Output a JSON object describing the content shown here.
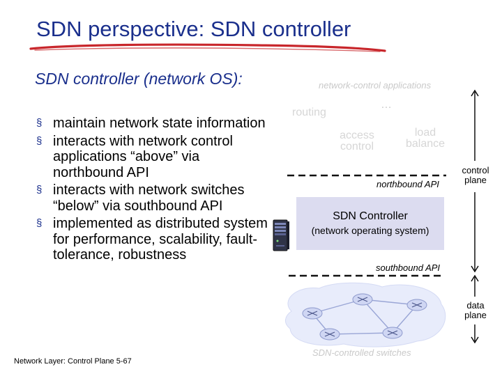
{
  "slide": {
    "title": "SDN perspective: SDN controller",
    "subtitle": "SDN controller (network OS):",
    "bullets": [
      "maintain network state information",
      "interacts with network control applications “above” via northbound API",
      "interacts with network switches “below” via southbound API",
      "implemented as distributed system for performance, scalability, fault-tolerance, robustness"
    ],
    "bullet_marker": "§",
    "footer": "Network Layer: Control Plane 5-67"
  },
  "diagram": {
    "apps_label": "network-control applications",
    "ellipsis": "…",
    "apps": {
      "routing": "routing",
      "access_control": [
        "access",
        "control"
      ],
      "load_balance": [
        "load",
        "balance"
      ]
    },
    "northbound_api": "northbound API",
    "controller_name": "SDN Controller",
    "controller_subtitle": "(network operating system)",
    "southbound_api": "southbound API",
    "switches_label": "SDN-controlled switches",
    "control_plane": [
      "control",
      "plane"
    ],
    "data_plane": [
      "data",
      "plane"
    ],
    "colors": {
      "title": "#1a2f8c",
      "underline": "#c8262b",
      "controller_box": "#dcdcf0",
      "faded_text": "#c9c9c9",
      "switch_cloud": "#e8ecfb",
      "switch_icon": "#cfd6f3"
    }
  }
}
